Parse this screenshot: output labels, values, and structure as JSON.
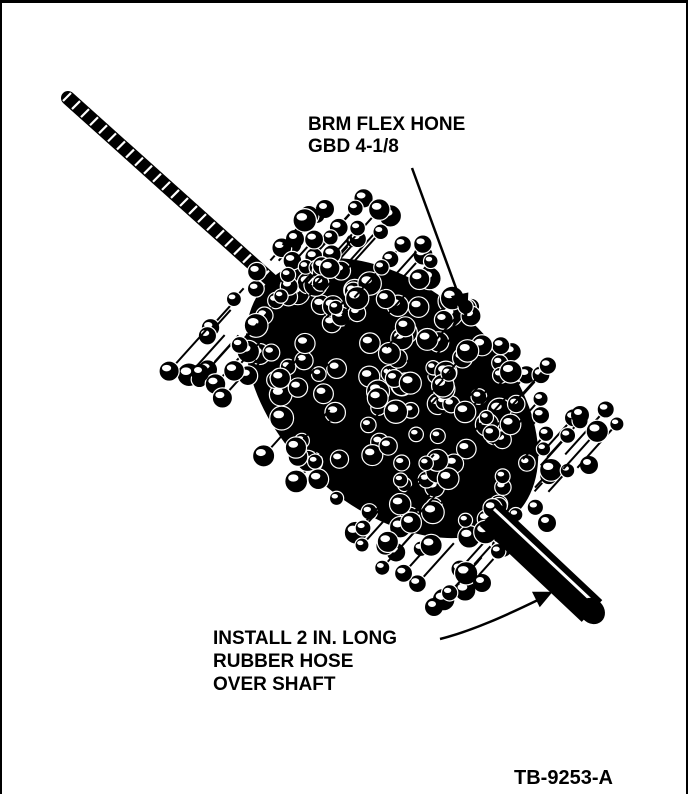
{
  "figure": {
    "callout_hone": {
      "line1": "BRM FLEX HONE",
      "line2": "GBD 4-1/8"
    },
    "callout_hose": {
      "line1": "INSTALL 2 IN. LONG",
      "line2": "RUBBER HOSE",
      "line3": "OVER SHAFT"
    },
    "figure_id": "TB-9253-A"
  },
  "colors": {
    "ink": "#000000",
    "paper": "#ffffff",
    "ball_highlight": "#ffffff"
  },
  "icons": {
    "hone": "flex-hone-brush-icon",
    "shaft": "shaft-with-hose-icon",
    "cable": "twisted-wire-stem-icon"
  }
}
